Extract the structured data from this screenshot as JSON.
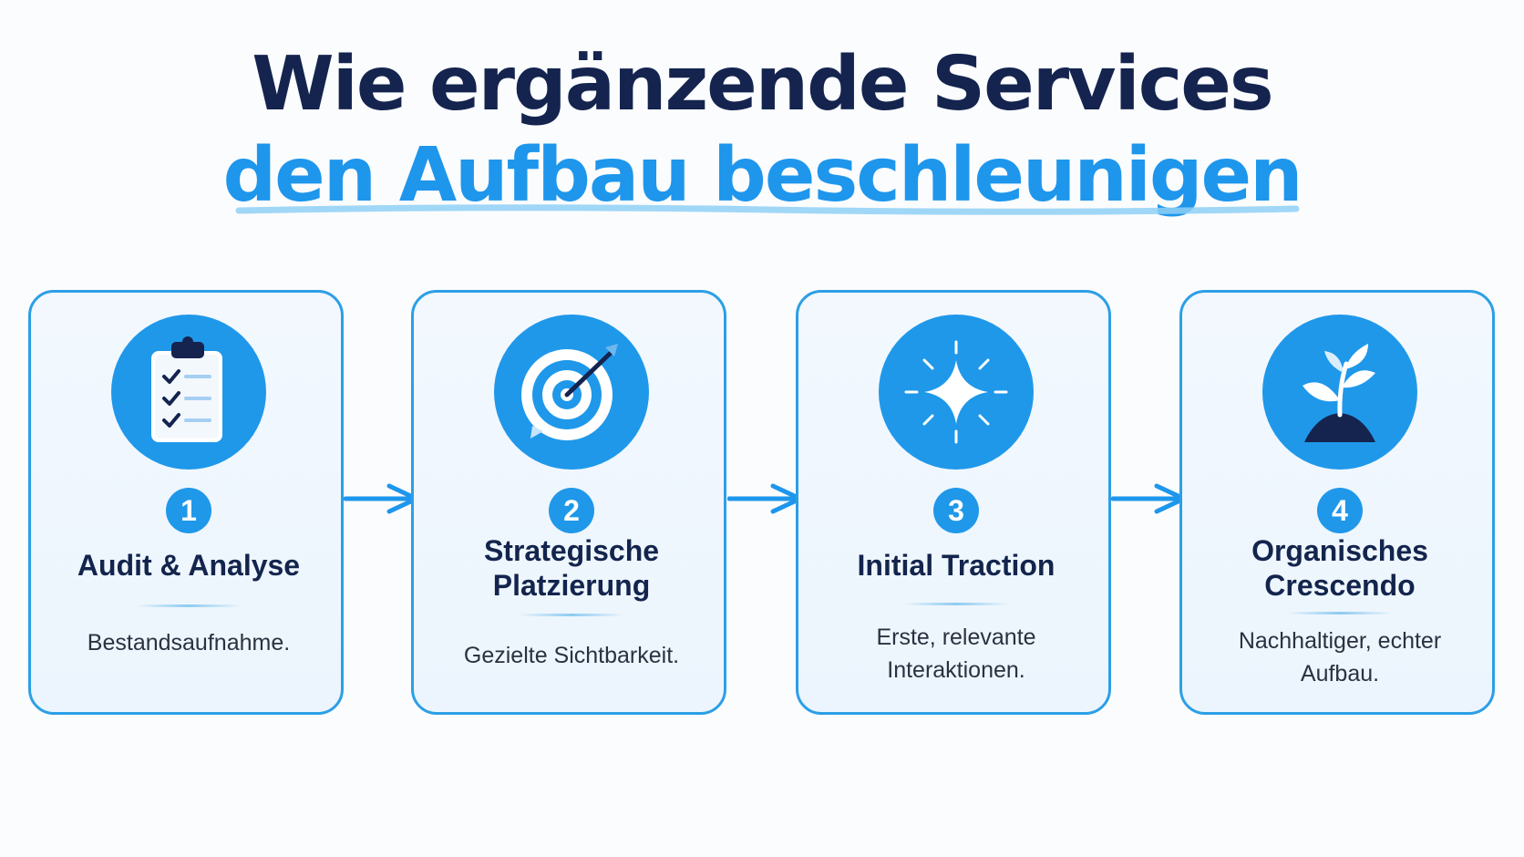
{
  "title": {
    "line1": "Wie ergänzende Services",
    "line2": "den Aufbau beschleunigen"
  },
  "colors": {
    "navy": "#14244f",
    "accent_blue": "#1e96ec",
    "card_border": "#2c9fe6"
  },
  "steps": [
    {
      "number": "1",
      "title": "Audit & Analyse",
      "description": "Bestandsaufnahme.",
      "icon": "clipboard-checklist-icon"
    },
    {
      "number": "2",
      "title": "Strategische\nPlatzierung",
      "description": "Gezielte Sichtbarkeit.",
      "icon": "target-arrow-icon"
    },
    {
      "number": "3",
      "title": "Initial Traction",
      "description": "Erste, relevante\nInteraktionen.",
      "icon": "sparkle-star-icon"
    },
    {
      "number": "4",
      "title": "Organisches\nCrescendo",
      "description": "Nachhaltiger, echter\nAufbau.",
      "icon": "sprout-plant-icon"
    }
  ]
}
